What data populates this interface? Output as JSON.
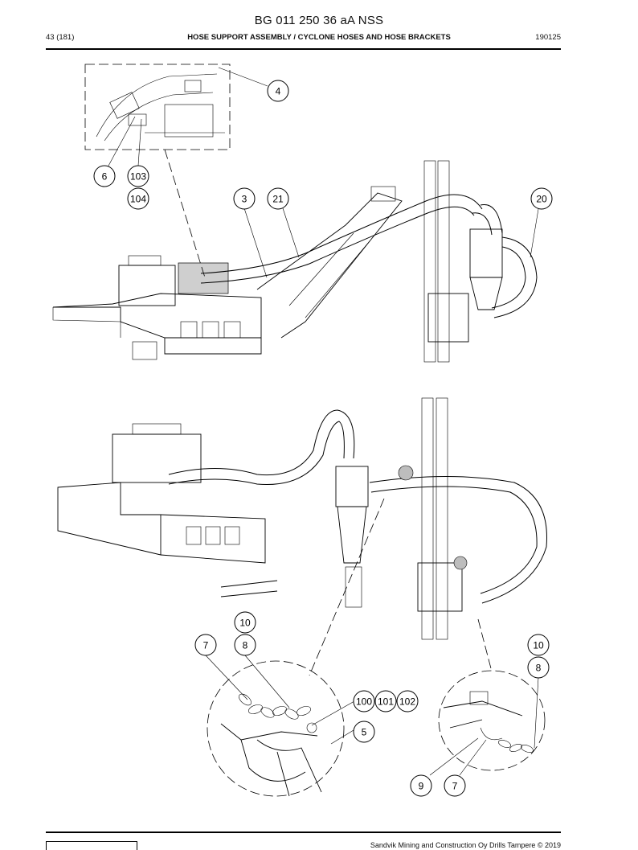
{
  "header": {
    "doc_title": "BG 011 250 36 aA NSS",
    "page": "43 (181)",
    "section": "HOSE SUPPORT ASSEMBLY / CYCLONE HOSES AND HOSE BRACKETS",
    "date_code": "190125"
  },
  "callouts_upper": [
    {
      "id": "c4",
      "label": "4"
    },
    {
      "id": "c6",
      "label": "6"
    },
    {
      "id": "c103",
      "label": "103"
    },
    {
      "id": "c104",
      "label": "104"
    },
    {
      "id": "c3",
      "label": "3"
    },
    {
      "id": "c21",
      "label": "21"
    },
    {
      "id": "c20",
      "label": "20"
    }
  ],
  "callouts_lower": [
    {
      "id": "c10a",
      "label": "10"
    },
    {
      "id": "c7a",
      "label": "7"
    },
    {
      "id": "c8a",
      "label": "8"
    },
    {
      "id": "c10b",
      "label": "10"
    },
    {
      "id": "c8b",
      "label": "8"
    },
    {
      "id": "c100",
      "label": "100"
    },
    {
      "id": "c101",
      "label": "101"
    },
    {
      "id": "c102",
      "label": "102"
    },
    {
      "id": "c5",
      "label": "5"
    },
    {
      "id": "c9",
      "label": "9"
    },
    {
      "id": "c7b",
      "label": "7"
    }
  ],
  "footer": {
    "copyright": "Sandvik Mining and Construction Oy Drills Tampere © 2019"
  }
}
